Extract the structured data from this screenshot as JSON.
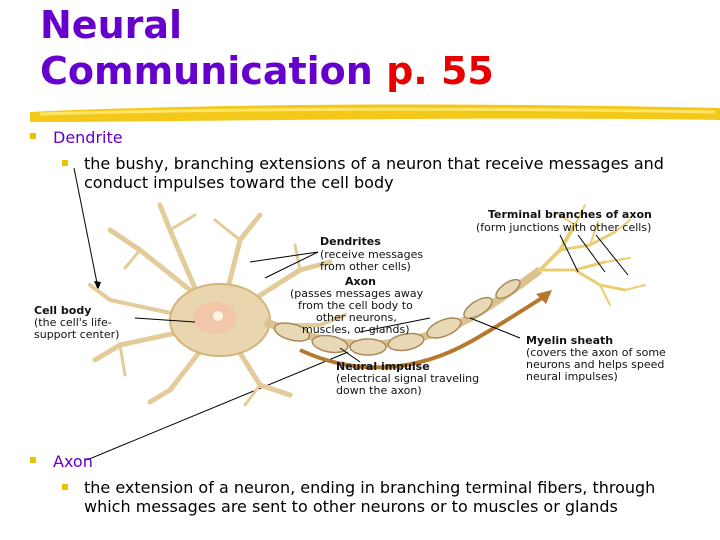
{
  "slide": {
    "title_line1": "Neural",
    "title_line2": "Communication",
    "title_page": "p. 55"
  },
  "bullets": {
    "dendrite": {
      "term": "Dendrite",
      "definition": "the bushy, branching extensions of a neuron that receive messages and conduct impulses toward the cell body"
    },
    "axon": {
      "term": "Axon",
      "definition": "the extension of a neuron, ending in branching terminal fibers, through which messages are sent to other neurons or to muscles or glands"
    }
  },
  "diagram": {
    "terminal_title": "Terminal branches of axon",
    "terminal_desc": "(form junctions with other cells)",
    "dendrites_title": "Dendrites",
    "dendrites_desc1": "(receive messages",
    "dendrites_desc2": "from other cells)",
    "axon_title": "Axon",
    "axon_desc1": "(passes messages away",
    "axon_desc2": "from the cell body to",
    "axon_desc3": "other neurons,",
    "axon_desc4": "muscles, or glands)",
    "cellbody_title": "Cell body",
    "cellbody_desc1": "(the cell's life-",
    "cellbody_desc2": "support center)",
    "myelin_title": "Myelin sheath",
    "myelin_desc1": "(covers the axon of some",
    "myelin_desc2": "neurons and helps speed",
    "myelin_desc3": "neural impulses)",
    "impulse_title": "Neural impulse",
    "impulse_desc1": "(electrical signal traveling",
    "impulse_desc2": "down the axon)"
  },
  "colors": {
    "title": "#6600cc",
    "page_ref": "#e60000",
    "bullet_marker": "#e6c400",
    "highlight_rule": "#f2c200",
    "neuron": "#e8d3a8"
  }
}
